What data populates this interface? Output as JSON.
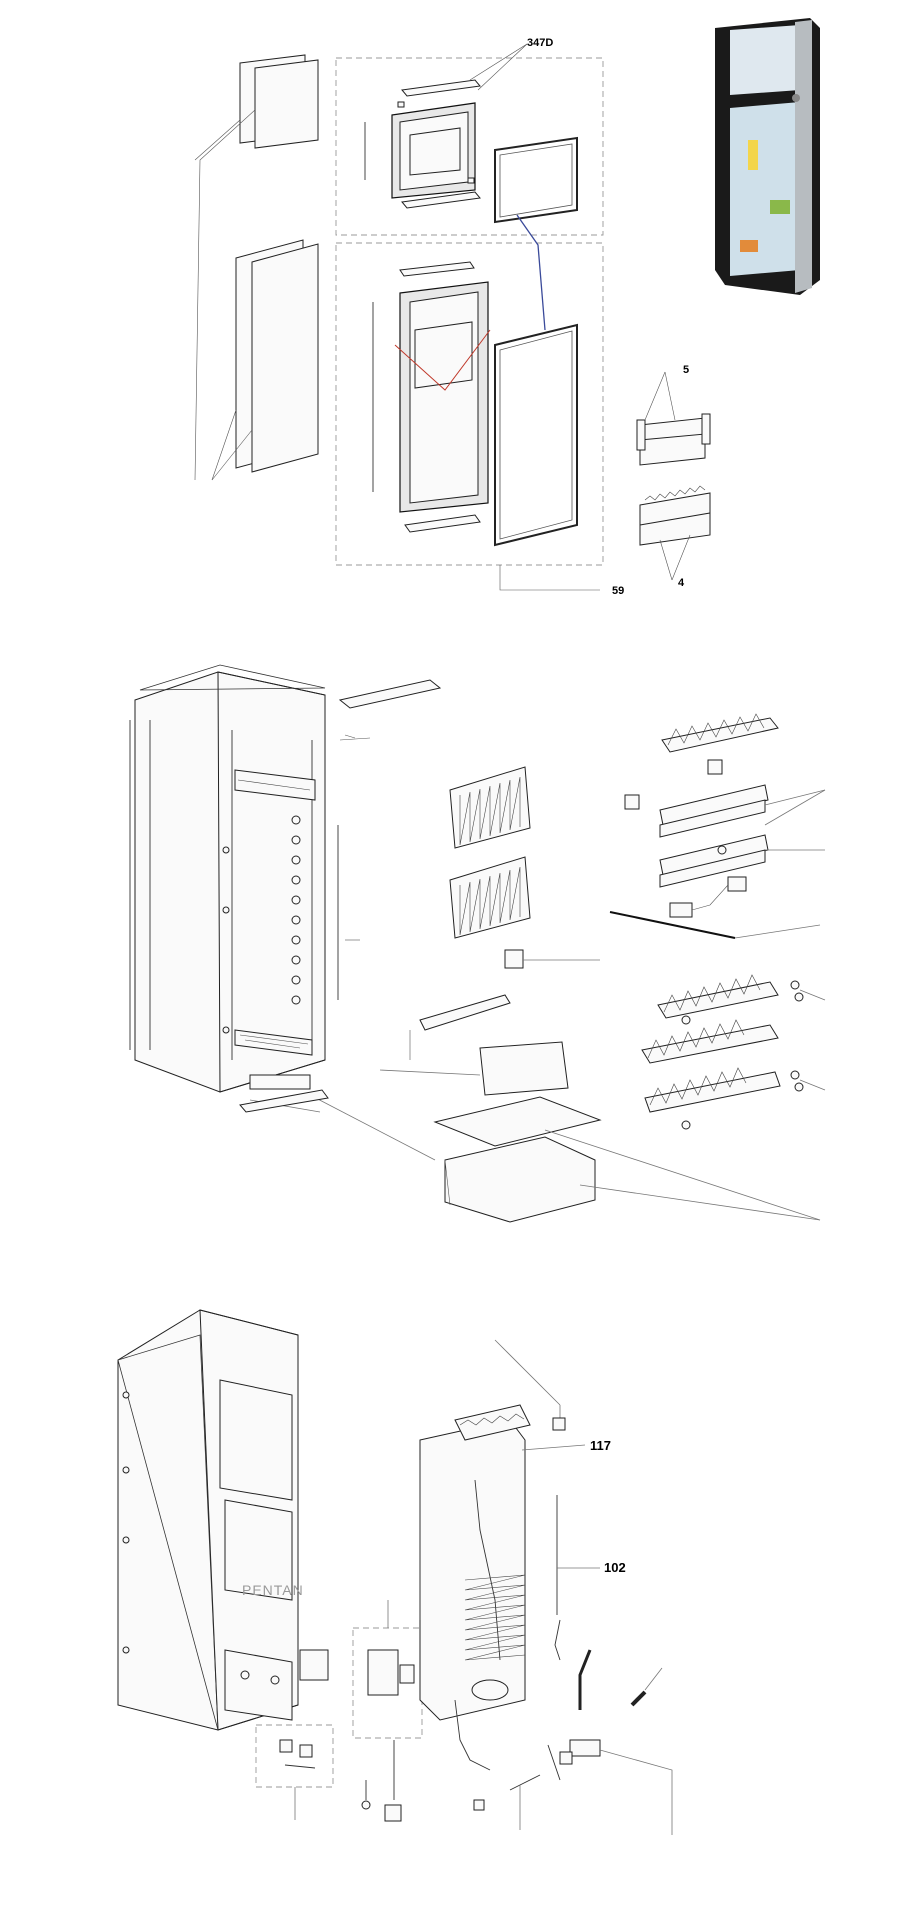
{
  "callouts": {
    "freezer_hinge": "347D",
    "door_bins_top": "5",
    "door_assembly": "59",
    "door_bins_bottom": "4",
    "cooling_part_a": "117",
    "cooling_part_b": "102"
  },
  "logo_text": "PENTAN",
  "colors": {
    "line": "#333333",
    "gasket_blue": "#3a4a9a",
    "gasket_red": "#c0392b",
    "fridge_body": "#1a1a1a"
  },
  "icons": {
    "photo": "refrigerator-photo-icon"
  }
}
